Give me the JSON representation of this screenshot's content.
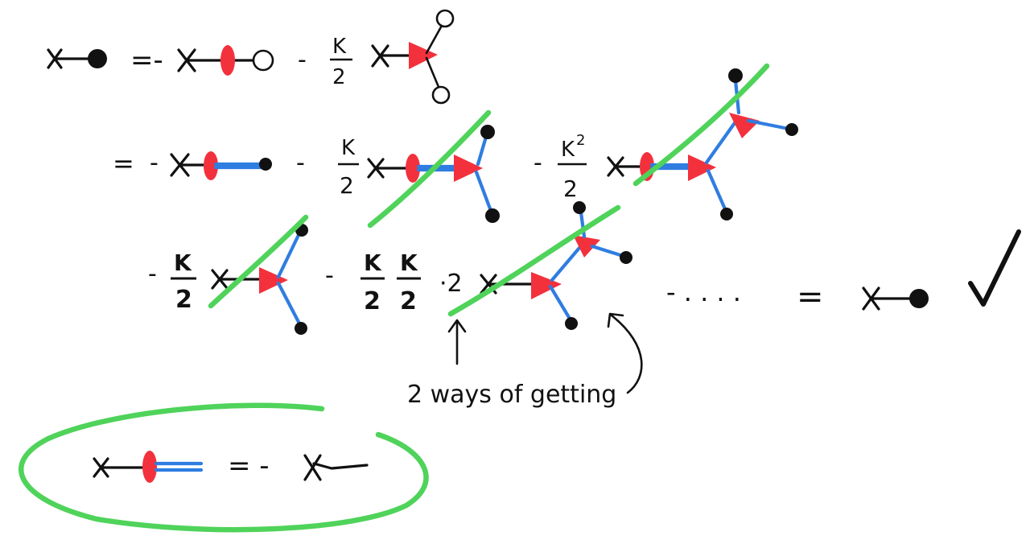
{
  "colors": {
    "ink": "#111111",
    "blue_line": "#2f7de1",
    "red_vertex": "#f2313d",
    "green_strike": "#4fd35a",
    "background": "#ffffff"
  },
  "row1": {
    "eq": "=-",
    "minus": "-",
    "coef_num": "K",
    "coef_den": "2"
  },
  "row2": {
    "eq": "=",
    "minus1": "-",
    "minus2": "-",
    "minus3": "-",
    "coef1_num": "K",
    "coef1_den": "2",
    "coef2_num": "K",
    "coef2_exp": "2",
    "coef2_den": "2"
  },
  "row3": {
    "minus1": "-",
    "coef1_num": "K",
    "coef1_den": "2",
    "minus2": "-",
    "coef2a_num": "K",
    "coef2a_den": "2",
    "coef2b_num": "K",
    "coef2b_den": "2",
    "factor": "·2",
    "tail": "- . . . .",
    "eq": "=",
    "check": "✓"
  },
  "annotation": {
    "text": "2 ways of getting"
  },
  "boxed_result": {
    "eq": "= -"
  },
  "icons": [
    "cross-marker-icon",
    "filled-dot-icon",
    "open-circle-icon",
    "red-vertex-icon",
    "checkmark-icon",
    "arrow-icon"
  ]
}
